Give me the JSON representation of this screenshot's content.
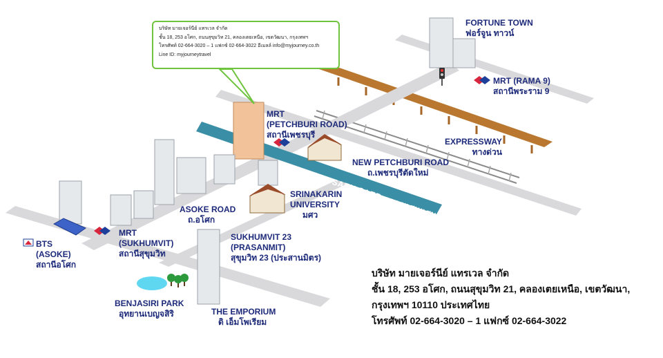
{
  "callout": {
    "company": "บริษัท มายเจอร์นีย์ แทรเวล จำกัด",
    "address": "ชั้น 18, 253 อโศก, ถนนสุขุมวิท 21, คลองเตยเหนือ, เขตวัฒนา, กรุงเทพฯ",
    "phone": "โทรศัพท์ 02-664-3020 – 1 แฟกซ์ 02-664-3022 อีเมลล์ info@myjourney.co.th",
    "line": "Line ID: myjourneytravel"
  },
  "labels": {
    "fortune_town": {
      "en": "FORTUNE TOWN",
      "th": "ฟอร์จูน ทาวน์"
    },
    "mrt_rama9": {
      "en": "MRT (RAMA 9)",
      "th": "สถานีพระราม 9"
    },
    "mrt_petchburi": {
      "l1": "MRT",
      "l2": "(PETCHBURI ROAD)",
      "th": "สถานีเพชรบุรี"
    },
    "expressway": {
      "en": "EXPRESSWAY",
      "th": "ทางด่วน"
    },
    "new_petchburi": {
      "en": "NEW PETCHBURI ROAD",
      "th": "ถ.เพชรบุรีตัดใหม่"
    },
    "khlong": "KHLONG SAEN SAEB   คลองแสนแสบ",
    "srinakarin": {
      "l1": "SRINAKARIN",
      "l2": "UNIVERSITY",
      "th": "มศว"
    },
    "asoke_road": {
      "en": "ASOKE ROAD",
      "th": "ถ.อโศก"
    },
    "sukhumvit23": {
      "l1": "SUKHUMVIT 23",
      "l2": "(PRASANMIT)",
      "th": "สุขุมวิท 23 (ประสานมิตร)"
    },
    "mrt_sukhumvit": {
      "l1": "MRT",
      "l2": "(SUKHUMVIT)",
      "th": "สถานีสุขุมวิท"
    },
    "bts_asoke": {
      "l1": "BTS",
      "l2": "(ASOKE)",
      "th": "สถานีอโศก"
    },
    "benjasiri": {
      "en": "BENJASIRI PARK",
      "th": "อุทยานเบญจสิริ"
    },
    "emporium": {
      "en": "THE EMPORIUM",
      "th": "ดิ เอ็มโพเรียม"
    }
  },
  "address_block": {
    "company": "บริษัท มายเจอร์นีย์ แทรเวล จำกัด",
    "line1": "ชั้น 18, 253 อโศก, ถนนสุขุมวิท 21, คลองเตยเหนือ, เขตวัฒนา,",
    "line2": "กรุงเทพฯ 10110 ประเทศไทย",
    "phone": "โทรศัพท์ 02-664-3020 – 1 แฟกซ์ 02-664-3022"
  },
  "icons": [
    "mrt-logo-icon",
    "bts-logo-icon",
    "traffic-light-icon",
    "tree-icon"
  ],
  "colors": {
    "road": "#d9d9dc",
    "canal": "#3a8fa6",
    "expressway": "#b9772f",
    "railway": "#8a8a8a",
    "label_text": "#1d2a7a",
    "callout_border": "#6ec43c",
    "mrt_red": "#d7263d",
    "mrt_blue": "#1d3f9a"
  }
}
